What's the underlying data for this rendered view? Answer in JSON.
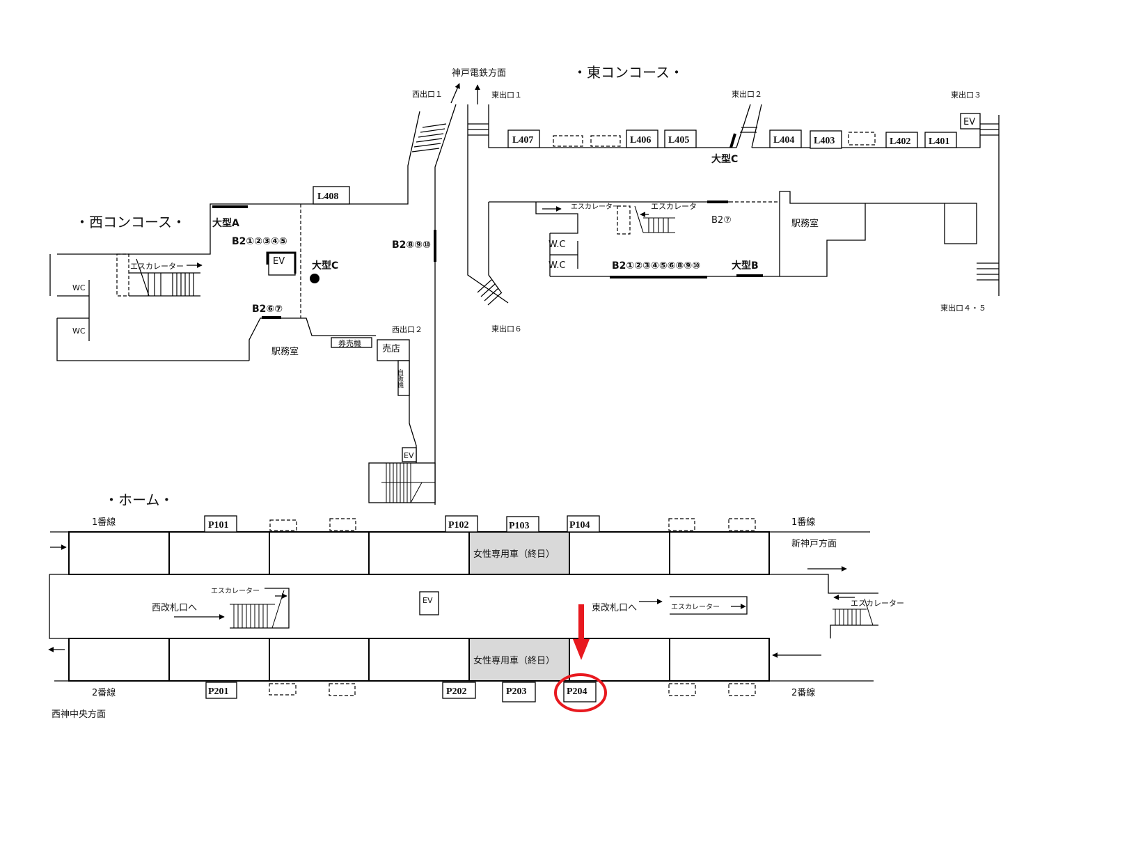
{
  "titles": {
    "west": "・西コンコース・",
    "east": "・東コンコース・",
    "platform": "・ホーム・"
  },
  "directions": {
    "kobe_dentetsu": "神戸電鉄方面",
    "shin_kobe": "新神戸方面",
    "seishin_chuo": "西神中央方面"
  },
  "exits": {
    "west1": "西出口１",
    "west2": "西出口２",
    "east1": "東出口１",
    "east2": "東出口２",
    "east3": "東出口３",
    "east45": "東出口４・５",
    "east6": "東出口６"
  },
  "lockers": {
    "L401": "L401",
    "L402": "L402",
    "L403": "L403",
    "L404": "L404",
    "L405": "L405",
    "L406": "L406",
    "L407": "L407",
    "L408": "L408"
  },
  "west_concourse": {
    "large_a": "大型A",
    "large_c": "大型C",
    "b2_12345": "B2①②③④⑤",
    "b2_8910": "B2⑧⑨⑩",
    "b2_67": "B2⑥⑦",
    "ev": "EV",
    "ev_stairs": "EV",
    "wc1": "WC",
    "wc2": "WC",
    "escalator": "エスカレーター",
    "station_office": "駅務室",
    "ticket_machine": "券売機",
    "kiosk": "売店",
    "vending": "自販機"
  },
  "east_concourse": {
    "large_c": "大型C",
    "large_b": "大型B",
    "b2_7": "B2⑦",
    "b2_all": "B2①②③④⑤⑥⑧⑨⑩",
    "ev": "EV",
    "wc1": "W.C",
    "wc2": "W.C",
    "escalator1": "エスカレーター",
    "escalator2": "エスカレータ",
    "station_office": "駅務室"
  },
  "platform": {
    "track1_left": "1番線",
    "track1_right": "1番線",
    "track2_left": "2番線",
    "track2_right": "2番線",
    "women_car_top": "女性専用車（終日）",
    "women_car_bottom": "女性専用車（終日）",
    "to_west_gate": "西改札口へ",
    "to_east_gate": "東改札口へ",
    "escalator_west": "エスカレーター",
    "escalator_east": "エスカレーター",
    "escalator_right": "エスカレーター",
    "ev": "EV",
    "top_lockers": [
      "P101",
      "P102",
      "P103",
      "P104"
    ],
    "bottom_lockers": [
      "P201",
      "P202",
      "P203",
      "P204"
    ],
    "highlighted_locker": "P204"
  },
  "colors": {
    "highlight": "#e8191f",
    "women_car": "#d9d9d9"
  }
}
